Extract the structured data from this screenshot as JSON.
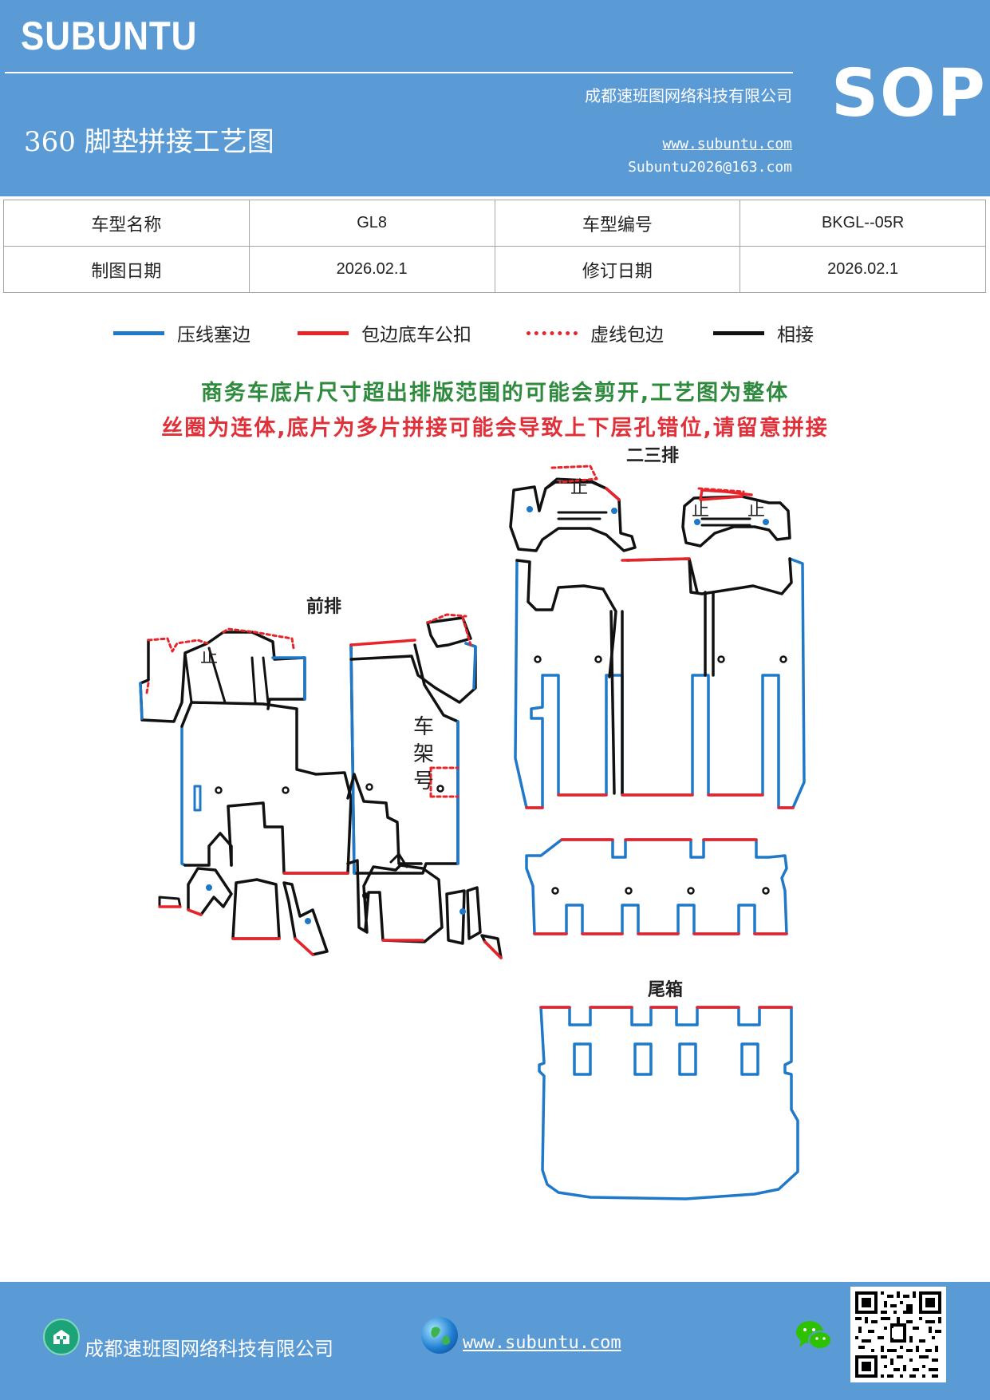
{
  "header": {
    "brand": "SUBUNTU",
    "sop": "SOP",
    "company": "成都速班图网络科技有限公司",
    "title": "360 脚垫拼接工艺图",
    "website": "www.subuntu.com",
    "email": "Subuntu2026@163.com"
  },
  "info": {
    "model_name_label": "车型名称",
    "model_name": "GL8",
    "model_code_label": "车型编号",
    "model_code": "BKGL--05R",
    "draw_date_label": "制图日期",
    "draw_date": "2026.02.1",
    "revise_date_label": "修订日期",
    "revise_date": "2026.02.1"
  },
  "legend": [
    {
      "label": "压线塞边",
      "color": "#1f78c8",
      "style": "solid"
    },
    {
      "label": "包边底车公扣",
      "color": "#e8242b",
      "style": "solid"
    },
    {
      "label": "虚线包边",
      "color": "#e8242b",
      "style": "dotted"
    },
    {
      "label": "相接",
      "color": "#111111",
      "style": "solid"
    }
  ],
  "notice": {
    "line1": "商务车底片尺寸超出排版范围的可能会剪开,工艺图为整体",
    "line2": "丝圈为连体,底片为多片拼接可能会导致上下层孔错位,请留意拼接"
  },
  "diagram": {
    "front_label": "前排",
    "rear_label": "二三排",
    "trunk_label": "尾箱",
    "frame_label_1": "车",
    "frame_label_2": "架",
    "frame_label_3": "号",
    "stop_label": "止"
  },
  "colors": {
    "header_bg": "#5b9bd5",
    "blue_line": "#1f78c8",
    "red_line": "#e8242b",
    "black_line": "#111111",
    "notice_green": "#2e8b3e",
    "notice_red": "#e0303a"
  },
  "footer": {
    "company": "成都速班图网络科技有限公司",
    "website": "www.subuntu.com",
    "icons": [
      "building-icon",
      "globe-icon",
      "wechat-icon",
      "qr-code"
    ]
  }
}
